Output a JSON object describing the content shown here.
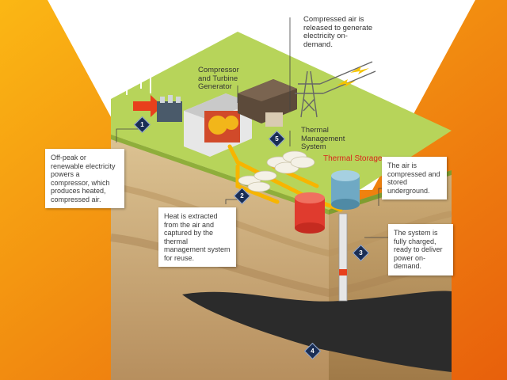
{
  "colors": {
    "background_light": "#fbb714",
    "background_dark": "#e8600c",
    "grass": "#b7d45a",
    "soil": "#d7bd8e",
    "cavern": "#2b2b2b",
    "tank_red": "#e03b2e",
    "tank_blue": "#6fa9c4",
    "pipe_yellow": "#f7b500",
    "badge": "#1a2e55"
  },
  "labels": {
    "generator": "Compressor and Turbine Generator",
    "thermal_management": "Thermal Management System",
    "thermal_storage": "Thermal Storage",
    "top_right": "Compressed air is released to generate electricity on-demand."
  },
  "callouts": {
    "step1": "Off-peak or renewable electricity powers a compressor, which produces heated, compressed air.",
    "step2": "Heat is extracted from the air and captured by the thermal management system for reuse.",
    "step3": "The air is compressed and stored underground.",
    "step4": "The system is fully charged, ready to deliver power on- demand."
  },
  "badges": [
    "1",
    "2",
    "3",
    "4",
    "5"
  ],
  "icons": [
    "wind-turbine-icon",
    "transmission-tower-icon",
    "arrow-icon"
  ]
}
